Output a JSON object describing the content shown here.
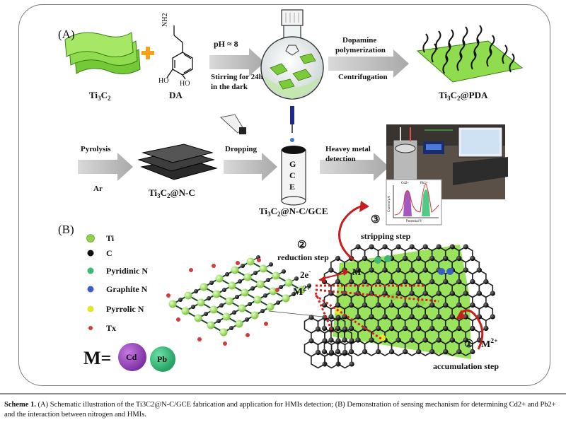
{
  "panel_a": {
    "label": "(A)",
    "ti3c2_main": "Ti",
    "ti3c2_sub1": "3",
    "ti3c2_tail": "C",
    "ti3c2_sub2": "2",
    "da": "DA",
    "nh2": "NH2",
    "ho1": "HO",
    "ho2": "HO",
    "ph": "pH ≈ 8",
    "stirring_line1": "Stirring for 24h",
    "stirring_line2": "in the dark",
    "dopamine_line1": "Dopamine",
    "dopamine_line2": "polymerization",
    "centrifugation": "Centrifugation",
    "pda_tail": "@PDA",
    "pyrolysis": "Pyrolysis",
    "ar": "Ar",
    "nc_tail": "@N-C",
    "dropping": "Dropping",
    "gce_letters": [
      "G",
      "C",
      "E"
    ],
    "gce_tail": "@N-C/GCE",
    "heavy_line1": "Heavey metal",
    "heavy_line2": "detection",
    "voltam_cd": "Cd2+",
    "voltam_pb": "Pb2+",
    "voltam_ylabel": "Current/μA",
    "voltam_xlabel": "Potential/V"
  },
  "panel_b": {
    "label": "(B)",
    "legend": [
      {
        "name": "Ti",
        "color": "#8fd44a"
      },
      {
        "name": "C",
        "color": "#111111"
      },
      {
        "name": "Pyridinic N",
        "color": "#3cb874"
      },
      {
        "name": "Graphite N",
        "color": "#3b5fc0"
      },
      {
        "name": "Pyrrolic N",
        "color": "#e6e62a"
      },
      {
        "name": "Tx",
        "color": "#d83a3a"
      }
    ],
    "m_equals": "M=",
    "cd": "Cd",
    "pb": "Pb",
    "step3_num": "③",
    "step3": "stripping step",
    "step2_num": "②",
    "step2": "reduction step",
    "electron": "2e",
    "electron_sup": "-",
    "m_atom": "M",
    "m2_main": "M",
    "m2_sup": "2+",
    "step1_num": "①",
    "m2b_main": "M",
    "m2b_sup": "2+",
    "step1": "accumulation step"
  },
  "caption": {
    "lead": "Scheme 1.",
    "body": " (A) Schematic illustration of the Ti3C2@N-C/GCE fabrication and application for HMIs detection; (B) Demonstration of sensing mechanism for determining Cd2+ and Pb2+ and the interaction between nitrogen and HMIs."
  }
}
